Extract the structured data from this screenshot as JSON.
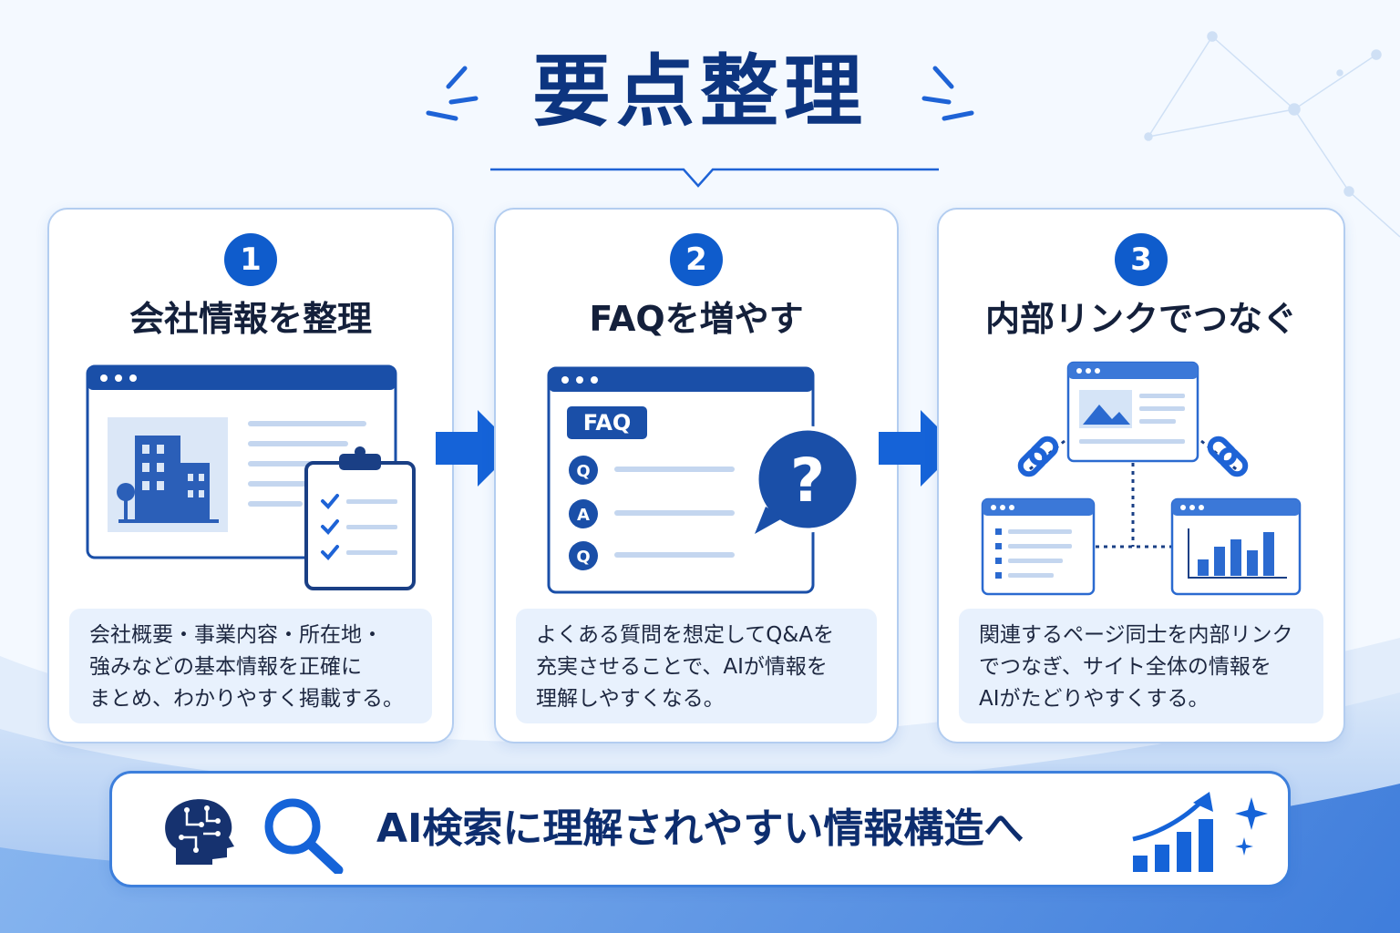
{
  "title": "要点整理",
  "steps": [
    {
      "number": "1",
      "title": "会社情報を整理",
      "description": [
        "会社概要・事業内容・所在地・",
        "強みなどの基本情報を正確に",
        "まとめ、わかりやすく掲載する。"
      ]
    },
    {
      "number": "2",
      "title": "FAQを増やす",
      "faq_badge": "FAQ",
      "faq_rows": [
        "Q",
        "A",
        "Q"
      ],
      "description": [
        "よくある質問を想定してQ&Aを",
        "充実させることで、AIが情報を",
        "理解しやすくなる。"
      ]
    },
    {
      "number": "3",
      "title": "内部リンクでつなぐ",
      "description": [
        "関連するページ同士を内部リンク",
        "でつなぎ、サイト全体の情報を",
        "AIがたどりやすくする。"
      ]
    }
  ],
  "bottom": {
    "text": "AI検索に理解されやすい情報構造へ"
  },
  "icons": {
    "left": [
      "ai-head-icon",
      "search-icon"
    ],
    "right": [
      "growth-chart-icon",
      "sparkle-icon"
    ],
    "step1": [
      "building-icon",
      "clipboard-checklist-icon"
    ],
    "step2": [
      "question-bubble-icon"
    ],
    "step3": [
      "image-icon",
      "link-icon",
      "list-icon",
      "bar-chart-icon"
    ]
  },
  "colors": {
    "primary": "#0f5ccc",
    "title": "#0d3580",
    "card_border": "#b3cdf0",
    "desc_bg": "#e8f1fd"
  }
}
